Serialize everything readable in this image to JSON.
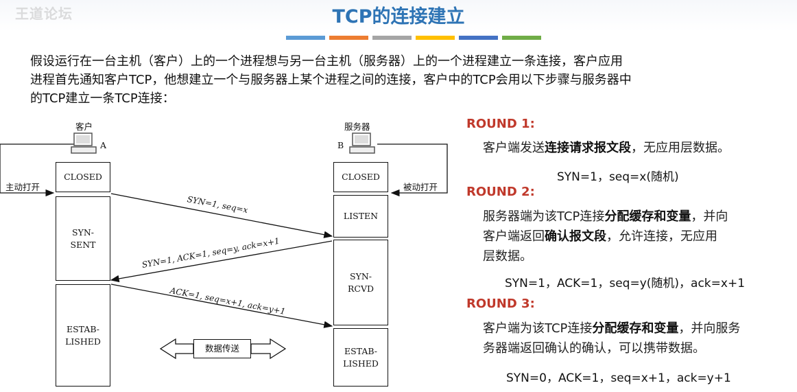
{
  "watermark": "王道论坛",
  "title": "TCP的连接建立",
  "stripe_colors": [
    "#5b9bd5",
    "#ed7d31",
    "#a5a5a5",
    "#ffc000",
    "#4472c4",
    "#70ad47"
  ],
  "intro": {
    "line1": "假设运行在一台主机（客户）上的一个进程想与另一台主机（服务器）上的一个进程建立一条连接，客户应用",
    "line2": "进程首先通知客户TCP，他想建立一个与服务器上某个进程之间的连接，客户中的TCP会用以下步骤与服务器中",
    "line3": "的TCP建立一条TCP连接："
  },
  "diagram": {
    "client_label": "客户",
    "client_tag": "A",
    "server_label": "服务器",
    "server_tag": "B",
    "active_open": "主动打开",
    "passive_open": "被动打开",
    "client_states": [
      "CLOSED",
      "SYN-\nSENT",
      "ESTAB-\nLISHED"
    ],
    "server_states": [
      "CLOSED",
      "LISTEN",
      "SYN-\nRCVD",
      "ESTAB-\nLISHED"
    ],
    "msg1": "SYN=1, seq=x",
    "msg2": "SYN=1, ACK=1, seq=y, ack=x+1",
    "msg3": "ACK=1, seq=x+1, ack=y+1",
    "data_transfer": "数据传送"
  },
  "rounds": [
    {
      "label": "ROUND 1:",
      "text_pre": "客户端发送",
      "text_bold": "连接请求报文段",
      "text_post": "，无应用层数据。",
      "formula": "SYN=1，seq=x(随机)"
    },
    {
      "label": "ROUND 2:",
      "line1_pre": "服务器端为该TCP连接",
      "line1_bold": "分配缓存和变量",
      "line1_post": "，并向",
      "line2_pre": "客户端返回",
      "line2_bold": "确认报文段",
      "line2_post": "，允许连接，无应用",
      "line3": "层数据。",
      "formula": "SYN=1，ACK=1，seq=y(随机)，ack=x+1"
    },
    {
      "label": "ROUND 3:",
      "line1_pre": "客户端为该TCP连接",
      "line1_bold": "分配缓存和变量",
      "line1_post": "，并向服务",
      "line2": "务器端返回确认的确认，可以携带数据。",
      "formula": "SYN=0，ACK=1，seq=x+1，ack=y+1"
    }
  ]
}
